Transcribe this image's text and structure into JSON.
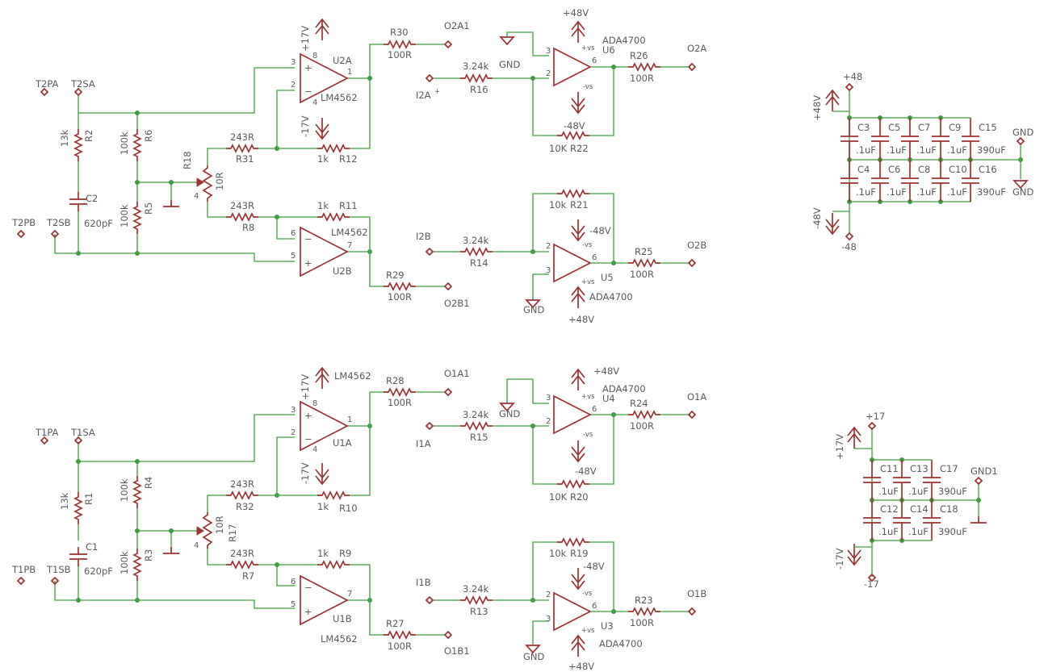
{
  "channel2": {
    "t2pa": "T2PA",
    "t2sa": "T2SA",
    "t2pb": "T2PB",
    "t2sb": "T2SB",
    "r2": "R2",
    "r2_val": "13k",
    "r6": "R6",
    "r6_val": "100k",
    "r5": "R5",
    "r5_val": "100k",
    "c2": "C2",
    "c2_val": "620pF",
    "r18": "R18",
    "r18_val": "10R",
    "r31": "R31",
    "r31_val": "243R",
    "r8": "R8",
    "r8_val": "243R",
    "r12": "R12",
    "r12_val": "1k",
    "r11": "R11",
    "r11_val": "1k",
    "u2a": "U2A",
    "u2a_part": "LM4562",
    "u2b": "U2B",
    "u2b_part": "LM4562",
    "v17p": "+17V",
    "v17n": "-17V",
    "r30": "R30",
    "r30_val": "100R",
    "r29": "R29",
    "r29_val": "100R",
    "o2a1": "O2A1",
    "o2b1": "O2B1",
    "i2a": "I2A",
    "i2b": "I2B",
    "r16": "R16",
    "r16_val": "3.24k",
    "r14": "R14",
    "r14_val": "3.24k",
    "u6": "U6",
    "u6_part": "ADA4700",
    "u5": "U5",
    "u5_part": "ADA4700",
    "r22": "R22",
    "r22_val": "10K",
    "r21": "R21",
    "r21_val": "10k",
    "r26": "R26",
    "r26_val": "100R",
    "r25": "R25",
    "r25_val": "100R",
    "o2a": "O2A",
    "o2b": "O2B",
    "v48p": "+48V",
    "v48n": "-48V"
  },
  "channel1": {
    "t1pa": "T1PA",
    "t1sa": "T1SA",
    "t1pb": "T1PB",
    "t1sb": "T1SB",
    "r1": "R1",
    "r1_val": "13k",
    "r4": "R4",
    "r4_val": "100k",
    "r3": "R3",
    "r3_val": "100k",
    "c1": "C1",
    "c1_val": "620pF",
    "r17": "R17",
    "r17_val": "10R",
    "r32": "R32",
    "r32_val": "243R",
    "r7": "R7",
    "r7_val": "243R",
    "r10": "R10",
    "r10_val": "1k",
    "r9": "R9",
    "r9_val": "1k",
    "u1a": "U1A",
    "u1a_part": "LM4562",
    "u1b": "U1B",
    "u1b_part": "LM4562",
    "r28": "R28",
    "r28_val": "100R",
    "r27": "R27",
    "r27_val": "100R",
    "o1a1": "O1A1",
    "o1b1": "O1B1",
    "i1a": "I1A",
    "i1b": "I1B",
    "r15": "R15",
    "r15_val": "3.24k",
    "r13": "R13",
    "r13_val": "3.24k",
    "u4": "U4",
    "u4_part": "ADA4700",
    "u3": "U3",
    "u3_part": "ADA4700",
    "r20": "R20",
    "r20_val": "10K",
    "r19": "R19",
    "r19_val": "10k",
    "r24": "R24",
    "r24_val": "100R",
    "r23": "R23",
    "r23_val": "100R",
    "o1a": "O1A",
    "o1b": "O1B"
  },
  "pins": {
    "p1": "1",
    "p2": "2",
    "p3": "3",
    "p4": "4",
    "p5": "5",
    "p6": "6",
    "p7": "7",
    "p8": "8",
    "vs_pos": "+vs",
    "vs_neg": "-vs",
    "minus": "-",
    "plus": "+"
  },
  "common": {
    "gnd": "GND",
    "gnd1": "GND1"
  },
  "decoupling48": {
    "net_pos": "+48",
    "net_neg": "-48",
    "rail_pos": "+48V",
    "rail_neg": "-48V",
    "top_caps": [
      "C3",
      "C5",
      "C7",
      "C9",
      "C15"
    ],
    "top_vals": [
      ".1uF",
      ".1uF",
      ".1uF",
      ".1uF",
      "390uF"
    ],
    "bot_caps": [
      "C4",
      "C6",
      "C8",
      "C10",
      "C16"
    ],
    "bot_vals": [
      ".1uF",
      ".1uF",
      ".1uF",
      ".1uF",
      "390uF"
    ]
  },
  "decoupling17": {
    "net_pos": "+17",
    "net_neg": "-17",
    "rail_pos": "+17V",
    "rail_neg": "-17V",
    "top_caps": [
      "C11",
      "C13",
      "C17"
    ],
    "top_vals": [
      ".1uF",
      ".1uF",
      "390uF"
    ],
    "bot_caps": [
      "C12",
      "C14",
      "C18"
    ],
    "bot_vals": [
      ".1uF",
      ".1uF",
      "390uF"
    ]
  },
  "colors": {
    "wire": "#3f9e3f",
    "symbol": "#9e3232",
    "text": "#5a5a5a",
    "background": "#ffffff"
  }
}
